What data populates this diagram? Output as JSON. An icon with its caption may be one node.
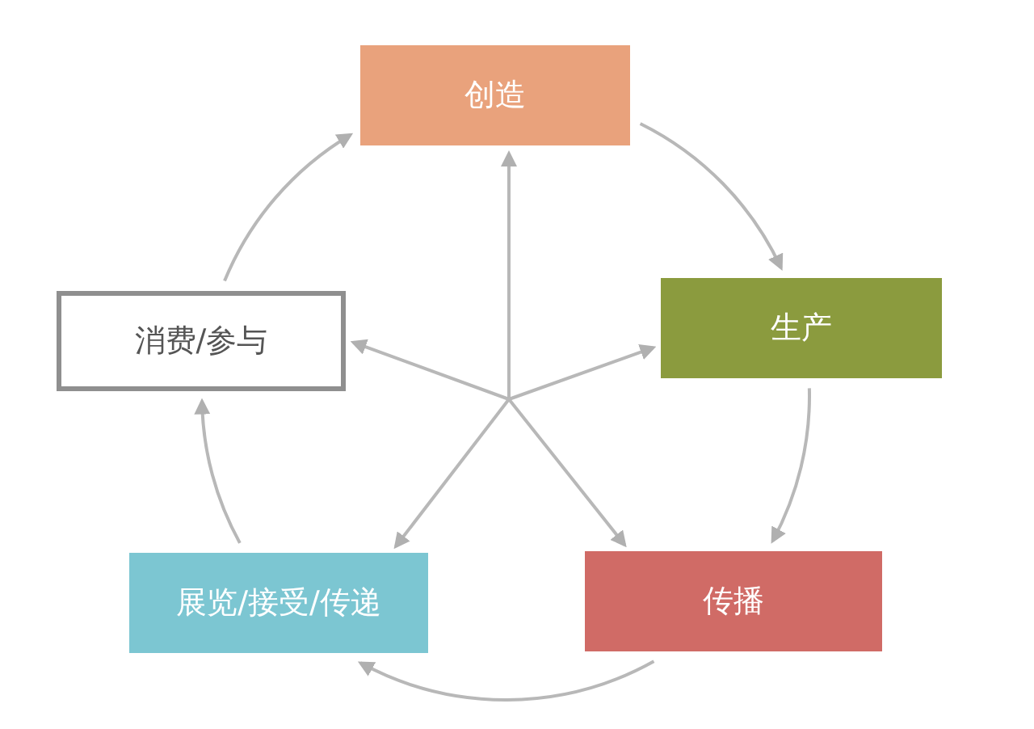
{
  "diagram": {
    "nodes": [
      {
        "text": [
          "创造"
        ]
      },
      {
        "text": [
          "生产"
        ]
      },
      {
        "text": [
          "传播"
        ]
      },
      {
        "text": [
          "展览/接受/传递"
        ]
      },
      {
        "text": [
          "消费/参与"
        ]
      }
    ],
    "edges": [
      {
        "from": 0,
        "to": 1,
        "arrow": "to"
      },
      {
        "from": 1,
        "to": 2,
        "arrow": "to"
      },
      {
        "from": 2,
        "to": 3,
        "arrow": "to"
      },
      {
        "from": 3,
        "to": 4,
        "arrow": "to"
      },
      {
        "from": 4,
        "to": 0,
        "arrow": "to"
      },
      {
        "from": null,
        "to": 0,
        "arrow": "to"
      },
      {
        "from": null,
        "to": 1,
        "arrow": "to"
      },
      {
        "from": null,
        "to": 2,
        "arrow": "to"
      },
      {
        "from": null,
        "to": 3,
        "arrow": "to"
      },
      {
        "from": null,
        "to": 4,
        "arrow": "to"
      }
    ]
  }
}
